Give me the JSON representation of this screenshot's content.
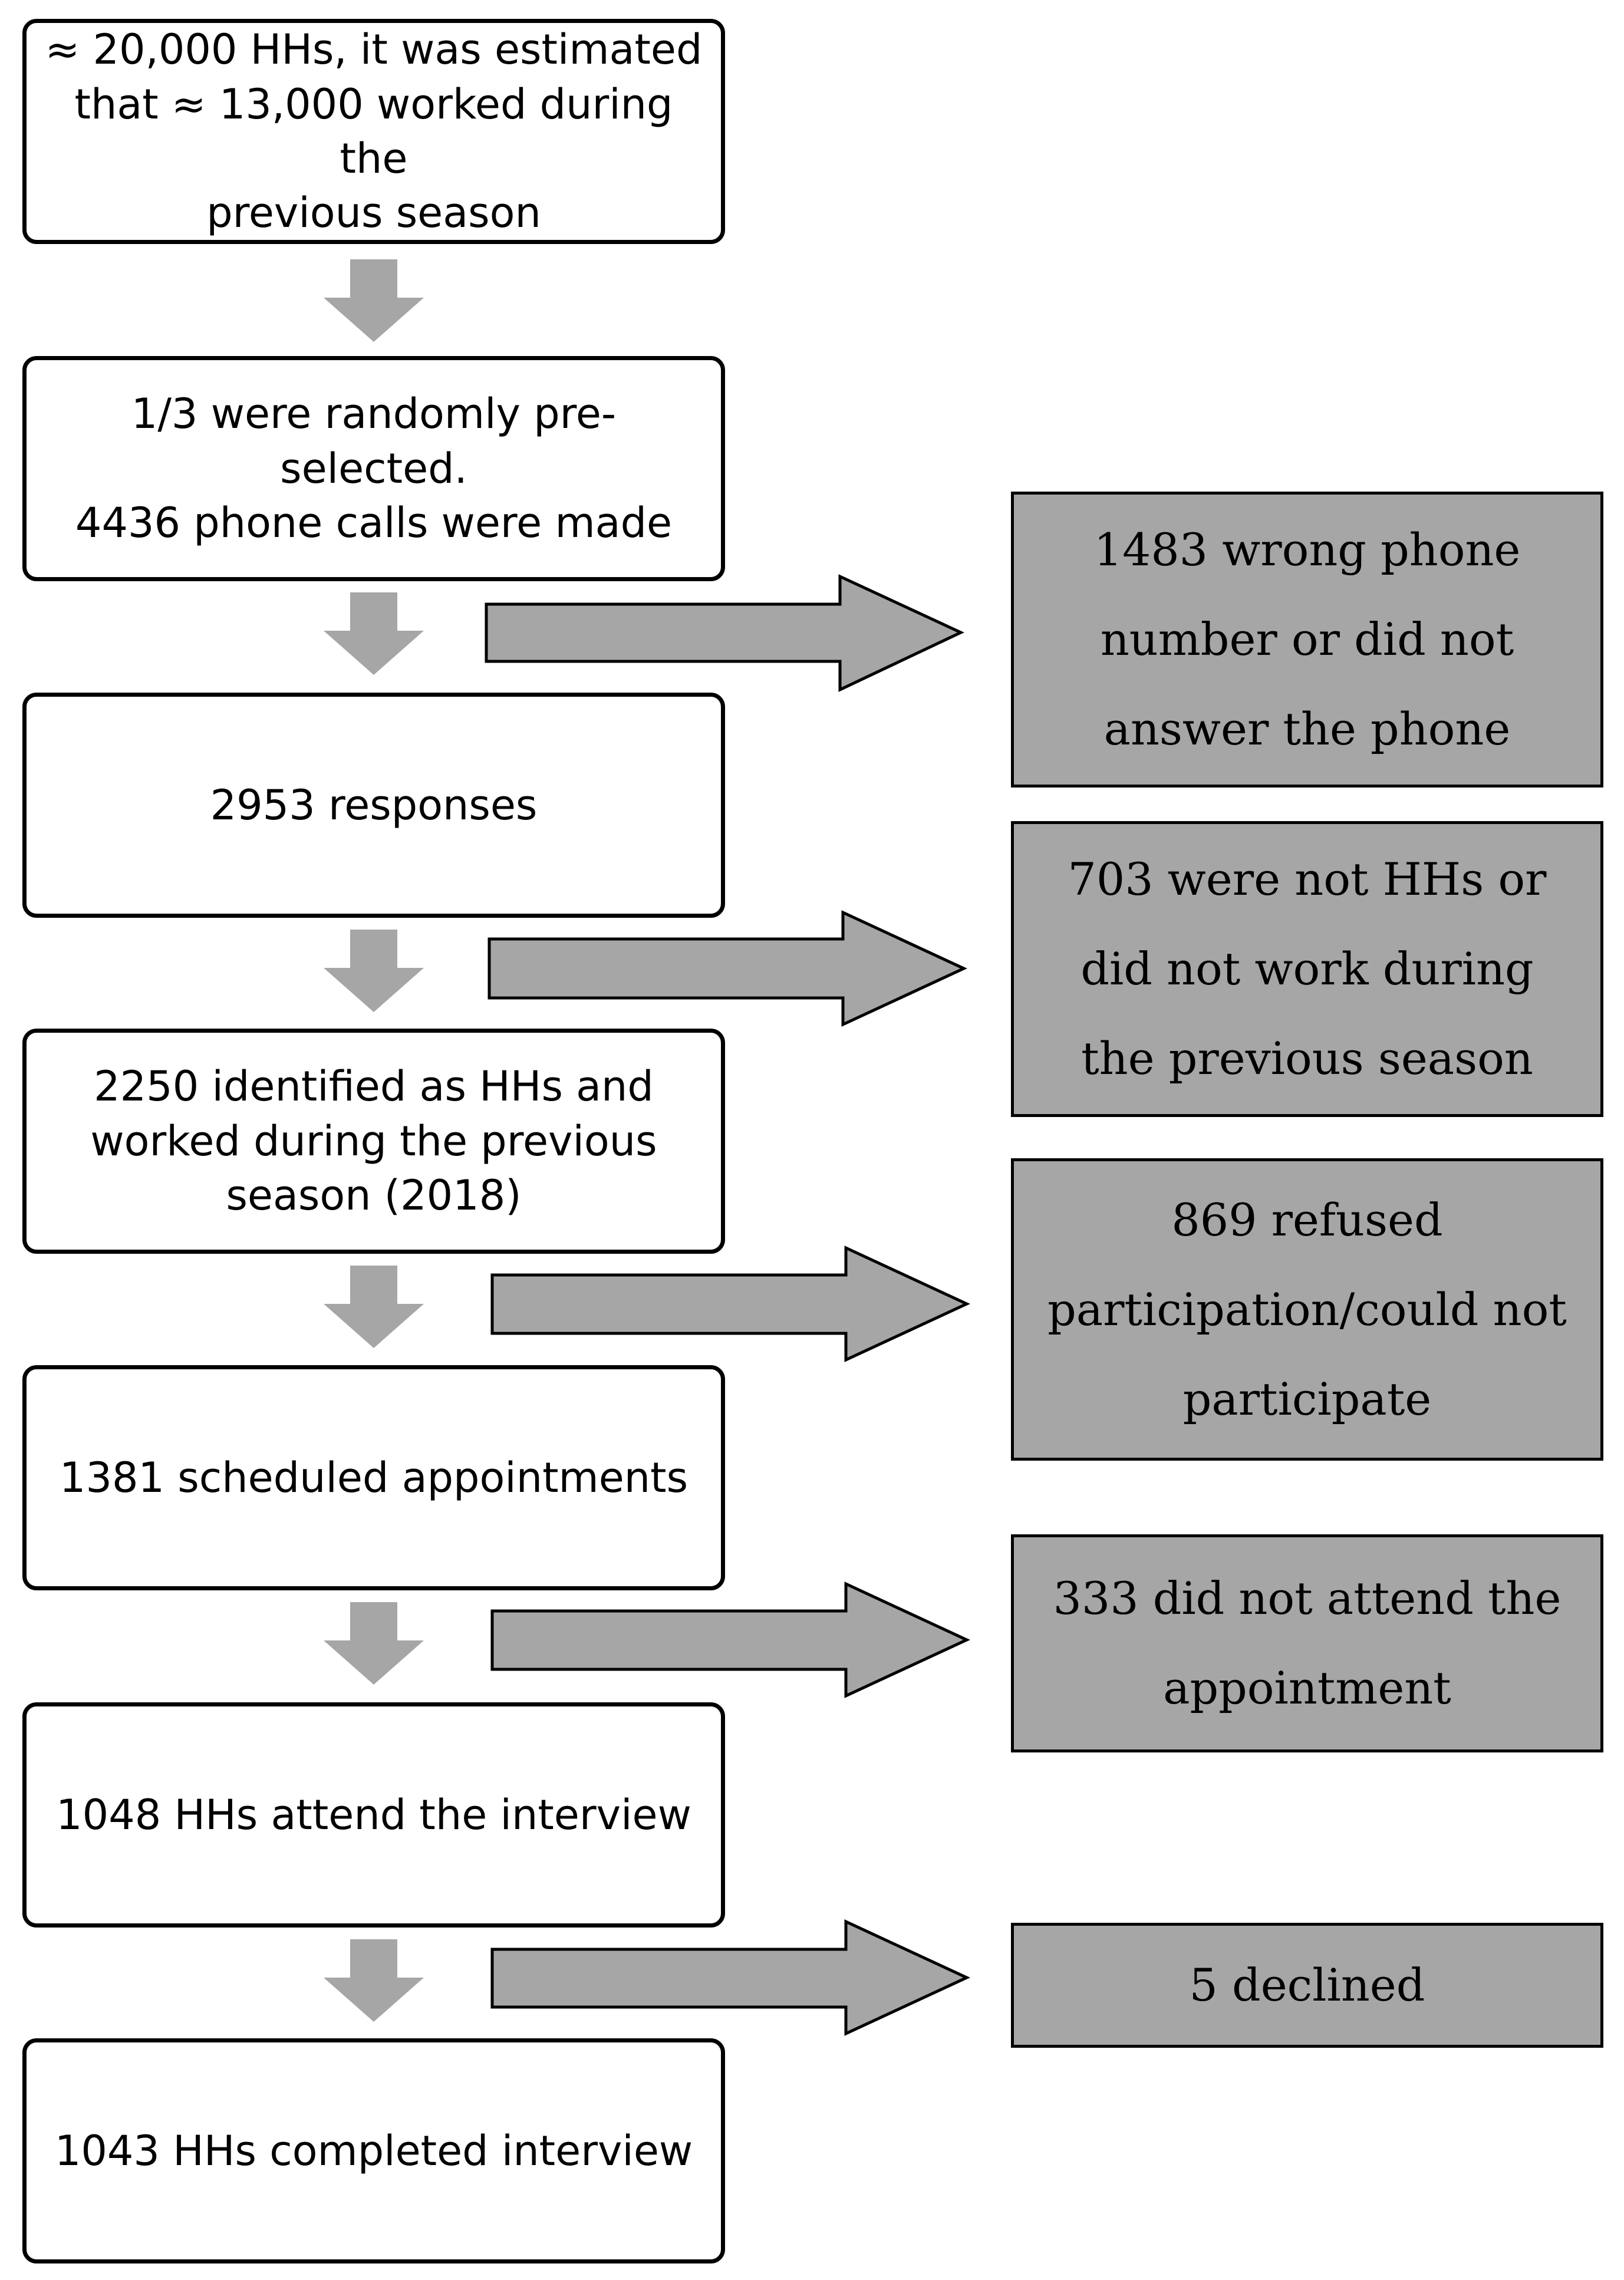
{
  "flow_steps": [
    {
      "text": "≈ 20,000 HHs, it was estimated\nthat ≈ 13,000 worked during the\nprevious season"
    },
    {
      "text": "1/3 were randomly pre-selected.\n4436 phone calls were made"
    },
    {
      "text": "2953 responses"
    },
    {
      "text": "2250 identified as HHs and\nworked during the previous\nseason (2018)"
    },
    {
      "text": "1381 scheduled appointments"
    },
    {
      "text": "1048 HHs attend the interview"
    },
    {
      "text": "1043 HHs completed interview"
    }
  ],
  "exclusions": [
    {
      "text": "1483 wrong phone\nnumber or did not\nanswer the phone"
    },
    {
      "text": "703 were not HHs or\ndid not work during\nthe previous season"
    },
    {
      "text": "869 refused\nparticipation/could not\nparticipate"
    },
    {
      "text": "333 did not attend the\nappointment"
    },
    {
      "text": "5 declined"
    }
  ],
  "colors": {
    "main_box_fill": "#ffffff",
    "exclusion_box_fill": "#a6a6a6",
    "arrow_fill": "#a6a6a6",
    "border": "#000000"
  }
}
